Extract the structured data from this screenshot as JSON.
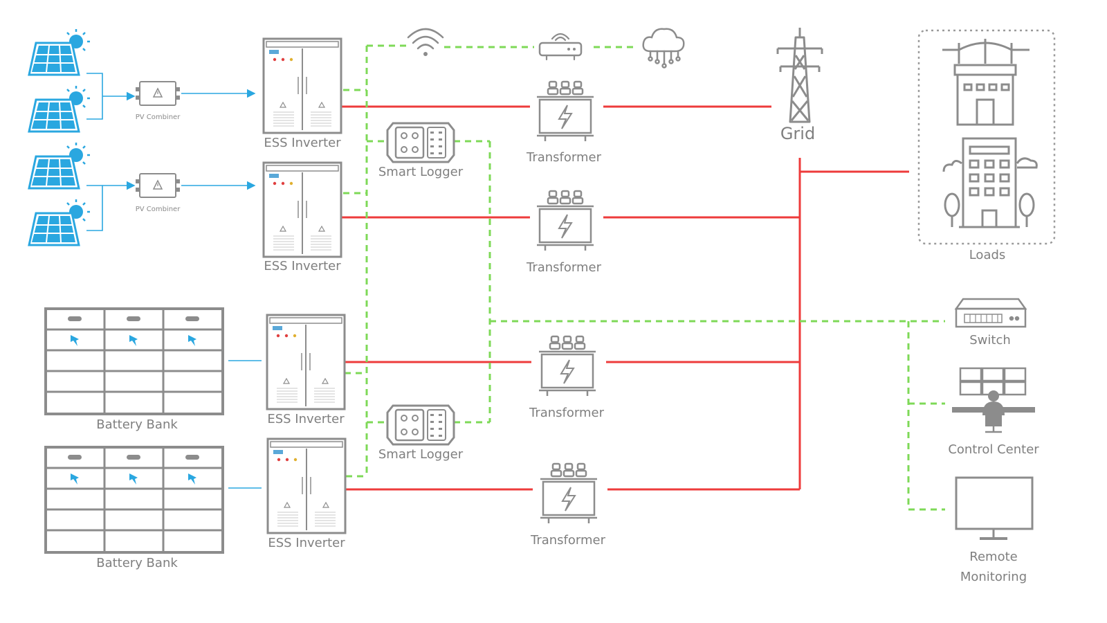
{
  "labels": {
    "pv_combiner": "PV Combiner",
    "ess_inverter": "ESS Inverter",
    "smart_logger": "Smart Logger",
    "transformer": "Transformer",
    "grid": "Grid",
    "loads": "Loads",
    "battery_bank": "Battery Bank",
    "switch": "Switch",
    "control_center": "Control Center",
    "remote_line1": "Remote",
    "remote_line2": "Monitoring"
  },
  "colors": {
    "power_line": "#ee3b3b",
    "communication_line": "#7ed957",
    "dc_line": "#2aa7e0",
    "solar_panel": "#2aa7e0",
    "sun": "#2aa7e0",
    "equipment": "#8c8c8c"
  },
  "icons": {
    "solar": "solar-panel-icon",
    "combiner": "pv-combiner-icon",
    "inverter": "ess-inverter-icon",
    "logger": "smart-logger-icon",
    "transformer": "transformer-icon",
    "wifi": "wifi-icon",
    "router": "router-icon",
    "cloud": "cloud-icon",
    "tower": "transmission-tower-icon",
    "substation": "substation-icon",
    "building": "building-icon",
    "battery": "battery-bank-icon",
    "switch": "network-switch-icon",
    "control": "control-center-icon",
    "monitor": "monitor-icon"
  }
}
